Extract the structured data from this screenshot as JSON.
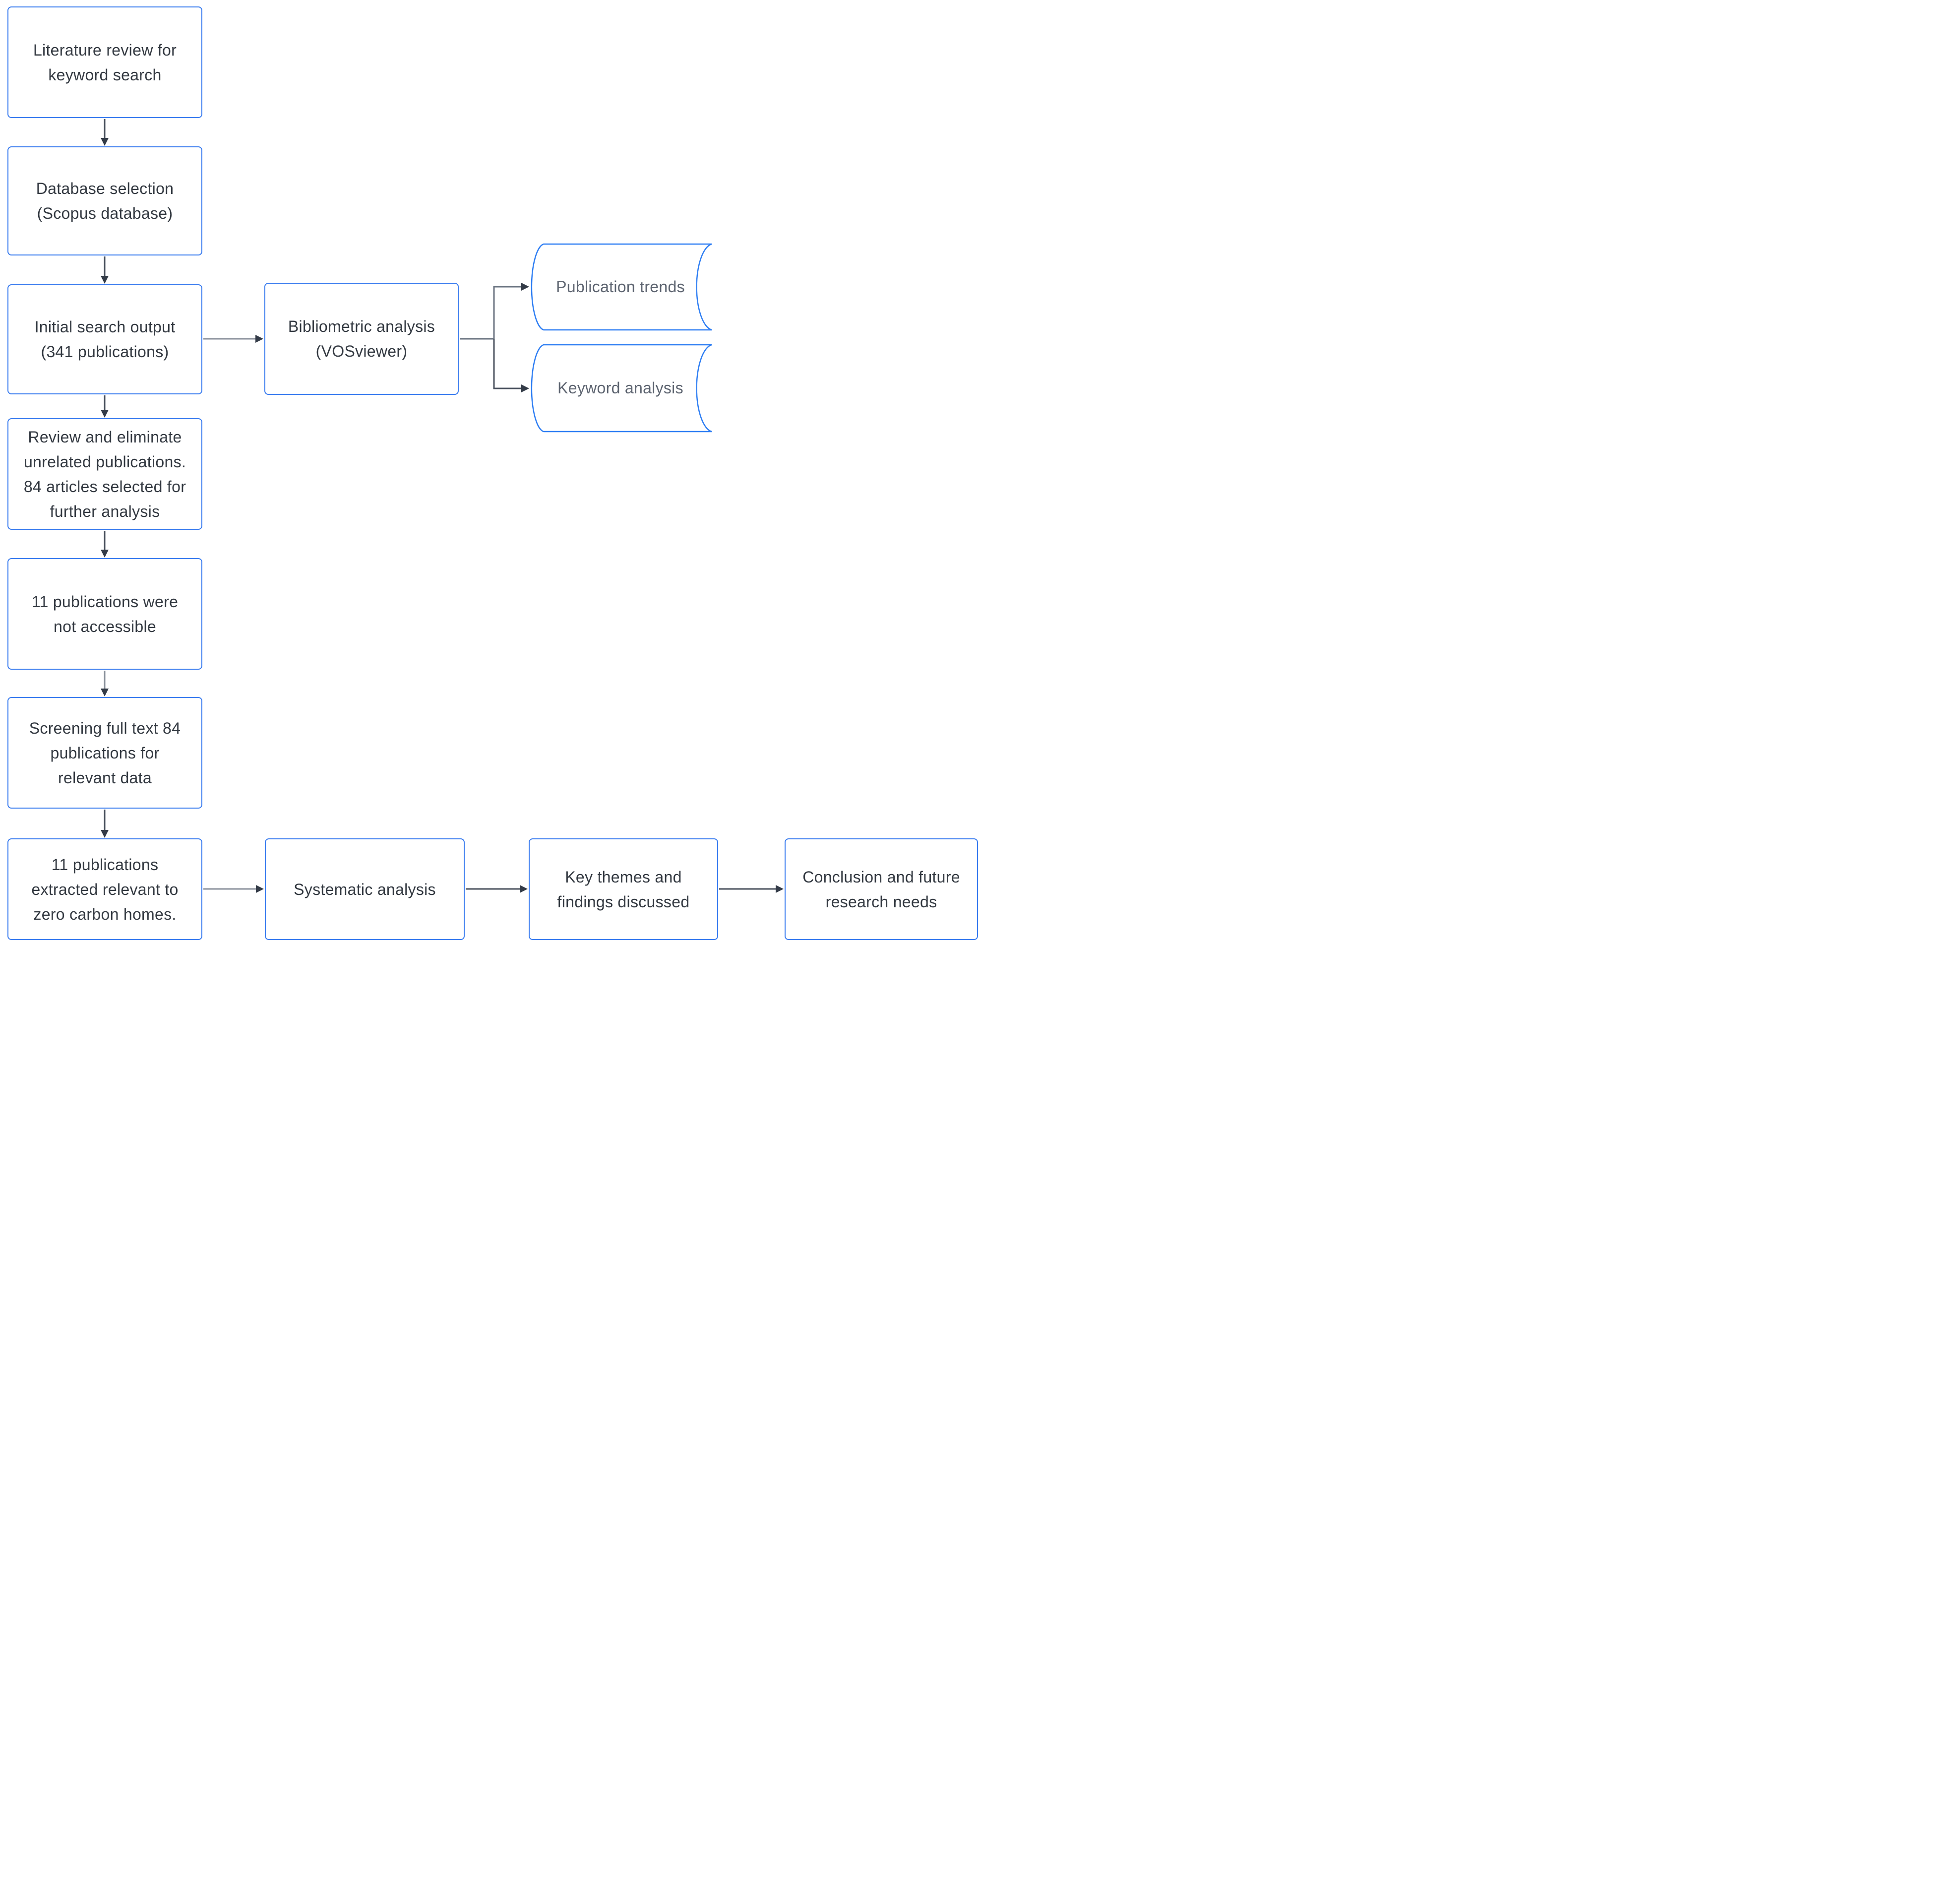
{
  "diagram": {
    "description": "Research methodology flowchart for a literature review on zero carbon homes",
    "palette": {
      "box_border_blue": "#3a7cef",
      "cylinder_border_blue": "#2e7ef3",
      "box_fill": "#ffffff",
      "box_text": "#333941",
      "cylinder_text": "#5d6470",
      "connector_line_dark": "#4a525e",
      "connector_line_gray": "#8b929c",
      "arrowhead": "#333b47"
    },
    "nodes": {
      "literature_review": {
        "shape": "process",
        "lines": [
          "Literature review for",
          "keyword search"
        ]
      },
      "database_selection": {
        "shape": "process",
        "lines": [
          "Database selection",
          "(Scopus database)"
        ]
      },
      "initial_search_output": {
        "shape": "process",
        "lines": [
          "Initial search output",
          "(341 publications)"
        ]
      },
      "bibliometric_analysis": {
        "shape": "process",
        "lines": [
          "Bibliometric analysis",
          "(VOSviewer)"
        ]
      },
      "publication_trends": {
        "shape": "stored-data",
        "lines": [
          "Publication trends"
        ]
      },
      "keyword_analysis": {
        "shape": "stored-data",
        "lines": [
          "Keyword analysis"
        ]
      },
      "review_eliminate": {
        "shape": "process",
        "lines": [
          "Review and eliminate",
          "unrelated publications.",
          "84 articles selected for",
          "further analysis"
        ]
      },
      "not_accessible": {
        "shape": "process",
        "lines": [
          "11 publications were",
          "not accessible"
        ]
      },
      "screening_full_text": {
        "shape": "process",
        "lines": [
          "Screening full text 84",
          "publications for",
          "relevant data"
        ]
      },
      "publications_extracted": {
        "shape": "process",
        "lines": [
          "11 publications",
          "extracted relevant to",
          "zero carbon homes."
        ]
      },
      "systematic_analysis": {
        "shape": "process",
        "lines": [
          "Systematic analysis"
        ]
      },
      "key_themes": {
        "shape": "process",
        "lines": [
          "Key themes and",
          "findings discussed"
        ]
      },
      "conclusion": {
        "shape": "process",
        "lines": [
          "Conclusion and future",
          "research needs"
        ]
      }
    },
    "connections": [
      {
        "from": "literature_review",
        "to": "database_selection"
      },
      {
        "from": "database_selection",
        "to": "initial_search_output"
      },
      {
        "from": "initial_search_output",
        "to": "bibliometric_analysis"
      },
      {
        "from": "bibliometric_analysis",
        "to": "publication_trends"
      },
      {
        "from": "bibliometric_analysis",
        "to": "keyword_analysis"
      },
      {
        "from": "initial_search_output",
        "to": "review_eliminate"
      },
      {
        "from": "review_eliminate",
        "to": "not_accessible"
      },
      {
        "from": "not_accessible",
        "to": "screening_full_text"
      },
      {
        "from": "screening_full_text",
        "to": "publications_extracted"
      },
      {
        "from": "publications_extracted",
        "to": "systematic_analysis"
      },
      {
        "from": "systematic_analysis",
        "to": "key_themes"
      },
      {
        "from": "key_themes",
        "to": "conclusion"
      }
    ]
  }
}
